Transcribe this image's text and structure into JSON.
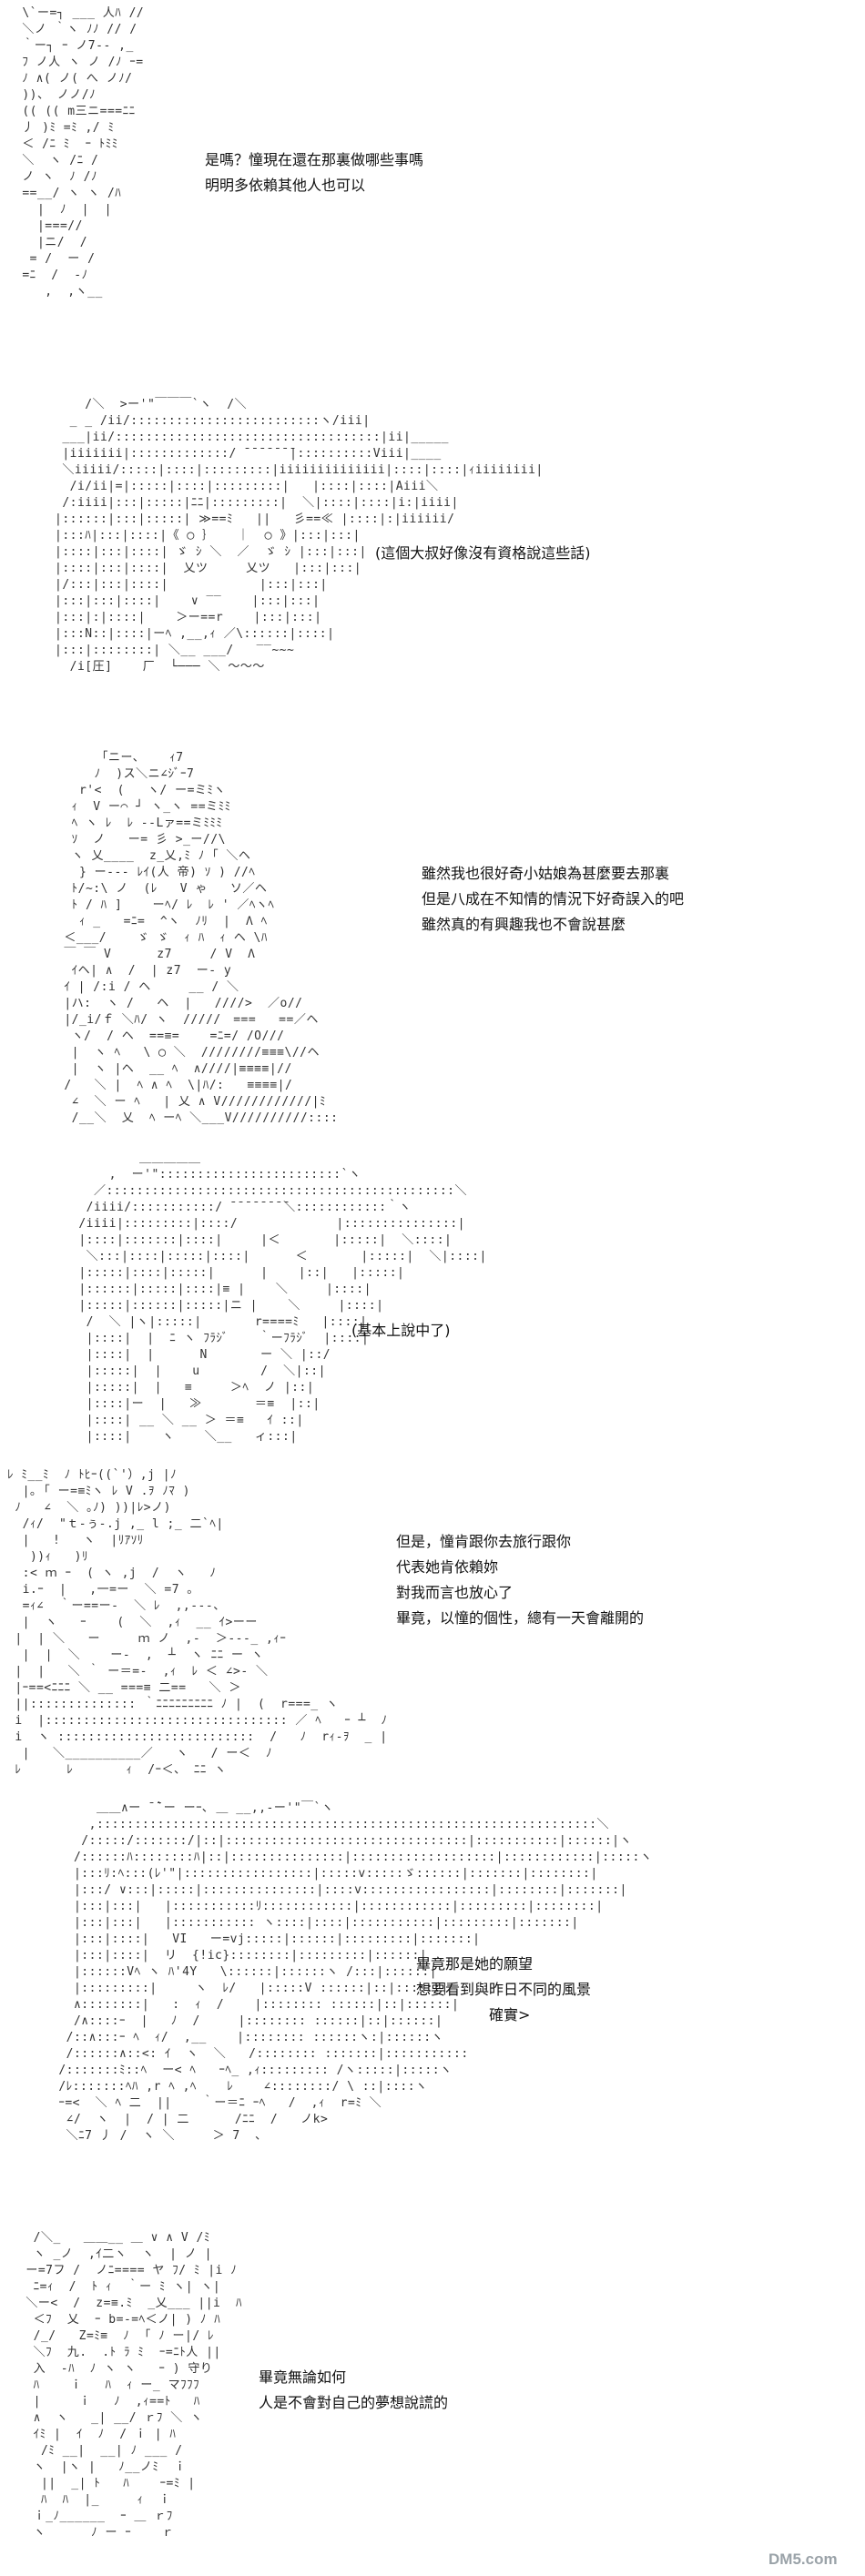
{
  "panels": [
    {
      "dialog": [
        "是嗎？憧現在還在那裏做哪些事嗎",
        "明明多依賴其他人也可以"
      ],
      "art": " \\`ー=┐ ___ 人ﾊ //\n ＼ノ ｀ヽ ﾉﾉ // /\n ｀ー┐ ｰ ノ7-- ,_\n ﾌ ノ人 ヽ ノ /ﾉ ｰ=\n ﾉ ∧( ノ( へ ノﾉ/\n ))、 ノノ/ﾉ\n (( (( m三ニ===ﾆﾆ\n 丿 )ﾐ =ﾐ ,/ ﾐ\n ＜ /ﾆ ﾐ  ｰ ﾄﾐﾐ\n ＼  ヽ /ﾆ /\n ノ ヽ  ﾉ /ﾉ\n ==__/ ヽ ヽ /ﾊ\n   |  ﾉ  |  |\n   |===//\n   |ニ/  /\n  = /  ー /\n =ﾆ  /  -ﾉ\n    ,  ,ヽ__"
    },
    {
      "dialog": [
        "(這個大叔好像沒有資格說這些話)"
      ],
      "art": "    /＼  >ー'\"￣￣￣`ヽ  /＼\n  _ _ /ii/:::::::::::::::::::::::::ヽ/iii|\n ___|ii/:::::::::::::::::::::::::::::::::::|ii|_____\n |iiiiiii|:::::::::::::/ ̄ ̄ ̄ ̄ ̄ ̄ ̄|::::::::::Viii|____\n ＼iiiii/:::::|::::|:::::::::|iiiiiiiiiiiiii|::::|::::|ｨiiiiiiii|\n  /i/ii|=|:::::|::::|:::::::::|   |::::|::::|Aiii＼\n /:iiii|:::|:::::|ﾆﾆ|:::::::::|  ＼|::::|::::|i:|iiii|\n|::::::|:::|:::::| ≫==ﾐ   ||   彡==≪ |::::|:|iiiiii/\n|:::ﾊ|:::|::::|《 ◯ ｝   ｜  ◯ 》|:::|:::|\n|::::|:::|::::| ゞ ｼ ＼  ／  ゞ ｼ |:::|:::|\n|::::|:::|::::|  乂ツ     乂ツ   |:::|:::|\n|/:::|:::|::::|            |:::|:::|\n|:::|:::|::::|    ∨ ‾‾    |:::|:::|\n|:::|:|::::|    ＞ー==r    |:::|:::|\n|:::N::|::::|ーﾍ ,__,ｨ ／\\::::::|::::|\n|:::|::::::::| ＼__ ___/   ‾‾~~~\n  /i[圧]    厂  └─── ＼ ～～～"
    },
    {
      "dialog": [
        "雖然我也很好奇小姑娘為甚麼要去那裏",
        "但是八成在不知情的情況下好奇誤入的吧",
        "雖然真的有興趣我也不會說甚麼"
      ],
      "art": "      ｢ニー､    ｨ7\n     ﾉ  )ス＼ニ∠ｼﾞｰ7\n   r'<  (   ヽ/ ー=ミﾐヽ\n  ｨ  V ー⌒ ┘ ヽ_ヽ ==ミﾐﾐ\n  ﾍ ヽ ﾚ  ﾚ --Lァ==ミﾐﾐﾐ\n  ｿ  ノ   ー= 彡 >_ー//\\\n  ヽ 乂____  z_乂,ﾐ ﾉ ｢ ＼ヘ\n   } ー--- ﾚｲ(人 帝) ｿ ) //ﾍ\n  ﾄ/~:\\ ノ  (ﾚ   V ゃ   ソ／ヘ\n  ﾄ / ﾊ ]    ーﾍ/ ﾚ  ﾚ ' ／ﾍヽﾍ\n   ｨ _   =ﾆ=  ^ヽ  ﾉﾘ  |  Λ ﾍ\n ＜___/    ゞ ゞ  ｨ ﾊ  ｨ ヘ \\ﾊ\n ￣ ￣ V      z7     / V  Λ\n  ｲヘ| ∧  /  | z7  ー- y\n ｲ | /:i / ヘ     __ / ＼ \n |ハ:  ヽ /   ヘ  |   ////>  ／o//\n |/_i/ｆ ＼ﾊ/ ヽ  /////　===   ==／ヘ\n  ヽ/  / ヘ  ==≡=    =ﾆ=/ /O///\n  |  ヽ ﾍ   \\ ◯ ＼  ////////≡≡≡\\//ヘ\n  |  ヽ |ヘ  __ ﾍ  ∧////|≡≡≡≡|//\n /   ＼ |  ﾍ ∧ ﾍ  \\|ﾊ/:   ≡≡≡≡|/\n  ∠  ＼ ー ﾍ   | 乂 ∧ V////////////|ﾐ\n  /__＼  乂  ﾍ ーﾍ ＼___V//////////::::"
    },
    {
      "dialog": [
        "(基本上說中了)"
      ],
      "art": "         ＿＿＿＿＿\n     ,  ー'\"::::::::::::::::::::::::`ヽ\n   ／::::::::::::::::::::::::::::::::::::::::::::::＼\n  /iiii/:::::::::::/ ̄ ̄ ̄ ̄ ̄ ̄ ̄ ̄＼::::::::::::｀ヽ\n /iiii|:::::::::|::::/             |:::::::::::::::|\n |::::|:::::::|::::|     |＜       |:::::|  ＼::::|\n  ＼:::|::::|:::::|::::|      ＜       |:::::|  ＼|::::|\n |:::::|::::|:::::|      |    |::|   |:::::|\n |::::::|:::::|::::|≡ |    ＼     |::::|\n |:::::|::::::|:::::|ニ |    ＼     |::::|\n  /  ＼ |ヽ|:::::|       r====ﾐ   |::::|\n  |::::|  |  ﾆ ヽ ﾌﾗｼﾞ    ｀ーﾌﾗｼﾞ  |::::|\n  |::::|  |      N       ー ＼ |::/\n  |:::::|  |    u        /  ＼|::|\n  |:::::|  |   ≡     ＞ﾍ  ノ |::|\n  |::::|ー  |   ≫       ＝≡  |::|\n  |::::| __ ＼ __ ＞ ＝≡   ｲ ::|\n  |::::|    ヽ    ＼__   ィ:::|"
    },
    {
      "dialog": [
        "但是，憧肯跟你去旅行跟你",
        "代表她肯依賴妳",
        "對我而言也放心了",
        "畢竟，以憧的個性，總有一天會離開的"
      ],
      "art": "ﾚ ﾐ__ﾐ  ﾉ ﾄﾋｰ((`'）,j |ﾉ\n  |｡ ｢ ー=≡ﾐヽ ﾚ V .ｦ ﾉﾏ )\n ﾉ   ∠  ＼ ｡ﾉ) ))|ﾚ>ノ)\n  /ｨ/  \"ｔ-ぅ-.j ,_ l ;_ 二`ﾍ|\n  |   !   ヽ  |ﾘｱｿﾘ\n   ))ｨ   )ﾘ\n  :< ｍ ｰ  ( ヽ ,j  /  ヽ   ﾉ\n  i.ｰ  |   ,一=ー  ＼ =7 ｡\n  =ｨ∠  ｀ー==ー‐  ＼ ﾚ  ,,---、\n  |  ヽ   ｰ    (  ＼  ,ｨ  __ ｲ>ーー\n |  | ＼   ー     ｍ ノ  ,-  ＞‐--_ ,ｨｰ\n  |  |  ＼    ー‐  ,  ┴  ヽ ﾆﾆ ー ヽ\n |  |   ＼ ｀ ー＝=‐  ,ｨ  ﾚ ＜ ∠>‐ ＼\n |ｰ==<ﾆﾆﾆ ＼ __ ===≡ 二==   ＼ ＞\n ||:::::::::::::: ｀ﾆﾆﾆﾆﾆﾆﾆﾆﾆ ﾉ |  (  r===_ ヽ\n i  |:::::::::::::::::::::::::::::::: ／ ﾍ   ｰ ┴  ﾉ\n i  ヽ ::::::::::::::::::::::::::  /   ﾉ  rｨ-ｦ  _ |\n  |   ＼__________／   ヽ   / ー＜  ﾉ\n ﾚ      ﾚ       ｨ  /ｰ＜、 ﾆﾆ ヽ"
    },
    {
      "dialog": [
        "畢竟那是她的願望",
        "想要看到與昨日不同的風景",
        "確實>"
      ],
      "art": "      ＿＿∧ー ̄ ̄`ー ーｰ､ ＿ __,,-ー'\"￣`ヽ\n     ,::::::::::::::::::::::::::::::::::::::::::::::::::::::::::::::::::＼\n    /:::::/:::::::/|::|::::::::::::::::::::::::::::::::|:::::::::::|::::::|ヽ\n   /::::::ﾊ::::::::ﾊ|::|:::::::::::::::|:::::::::::::::::::|::::::::::::|:::::ヽ\n   |:::ﾘ:ﾍ:::(ﾚ'\"|:::::::::::::::::|:::::v:::::ゞ::::::|:::::::|::::::::|\n   |:::/ ∨:::|:::::|:::::::::::::::|::::v:::::::::::::::::|::::::::|:::::::|\n   |:::|:::|   |:::::::::::ﾘ::::::::::::|::::::::::::|:::::::::|::::::::|\n   |:::|:::|   |::::::::::: ヽ::::|::::|:::::::::::|:::::::::|:::::::|\n   |:::|::::|   VI   ー=vj:::::|::::::|:::::::::|:::::::|\n   |:::|::::|  リ  {!ic}::::::::|:::::::::|::::::|\n   |::::::Vﾍ ヽ ﾊ'4Y   \\::::::|::::::ヽ /:::|::::::|\n   |:::::::::|     ヽ  ﾚ/   |:::::V ::::::|::|::::::|\n   ∧::::::::|   :  ｨ  /    |:::::::: ::::::|::|::::::|\n   /∧::::ｰ  |   ﾉ  /     |:::::::: ::::::|::|::::::|\n  /::∧:::ｰ ﾍ  ｨ/  ,__    |:::::::: ::::::ヽ:|::::::ヽ\n  /::::::∧::<: ｲ  ヽ  ＼   /:::::::: :::::::|:::::::::::\n /:::::::ﾐ::ﾍ  ー< ﾍ   ｰﾍ_ ,ｨ::::::::: /ヽ:::::|:::::ヽ\n /ﾚ:::::::ﾍﾊ ,r ﾍ ,ﾍ    ﾚ    ∠::::::::/ \\ ::|::::ヽ\n ｰ=<  ＼ ﾍ 二  ||    ｀ー＝ﾆ ｰﾍ   /  ,ｨ  r=ﾐ ＼ \n  ∠/  ヽ  |  / | 二      /ﾆﾆ  /   ノk>\n  ＼ﾆ7 丿 /  ヽ ＼     ＞ 7  ､"
    },
    {
      "dialog": [
        "畢竟無論如何",
        "人是不會對自己的夢想說謊的"
      ],
      "art": "  /＼_   ＿＿__ ＿ ∨ ∧ V /ﾐ\n  ヽ _ノ  ,ｲ二ヽ  ヽ  | ノ |\n ー=7フ /  ノﾆ==== ヤ ﾌ/ ﾐ |i ﾉ\n  ﾆ=ｨ  /  ﾄ ｨ  ｀ー ﾐ ヽ| ヽ|\n ＼ー<  /  z=≡.ﾐ  _乂___ ||i  ﾊ\n  ＜ﾌ  乂  ｰ b=-=ﾍ＜ノ| ) ﾉ ﾊ\n  /_/   Z=ﾐ≡  ﾉ  ｢ ﾉ ー|/ ﾚ\n  ＼ﾌ  九.  .ﾄ ﾗ ﾐ  ｰ=ﾆﾄ人 ||\n  入  -ﾊ  ﾉ ヽ ヽ   ｰ ) 守り\n  ﾊ    ｉ   ﾊ  ｨ ー_ マﾌﾌﾌ\n  |     ｉ   ﾉ  ,ｨ==ﾄ   ﾊ\n  ∧  ヽ   _| __/ ｒﾌ ＼ ヽ\n  ｲﾐ |  ｲ  ﾉ  / ｉ | ﾊ\n   /ﾐ __|  __| ﾉ ___ / \n  ヽ  |ヽ |   ﾉ__ノﾐ  ｉ\n   ||  _| ﾄ   ﾊ    ｰ=ﾐ |\n   ﾊ  ﾊ  |_     ｨ  ｉ\n  ｉ_ﾉ______  ｰ ＿ ｒﾌ\n  ヽ      ﾉ ー ｰ    ｒ"
    }
  ],
  "watermark": {
    "text": "DM5.com",
    "color": "#9aa2a8"
  }
}
